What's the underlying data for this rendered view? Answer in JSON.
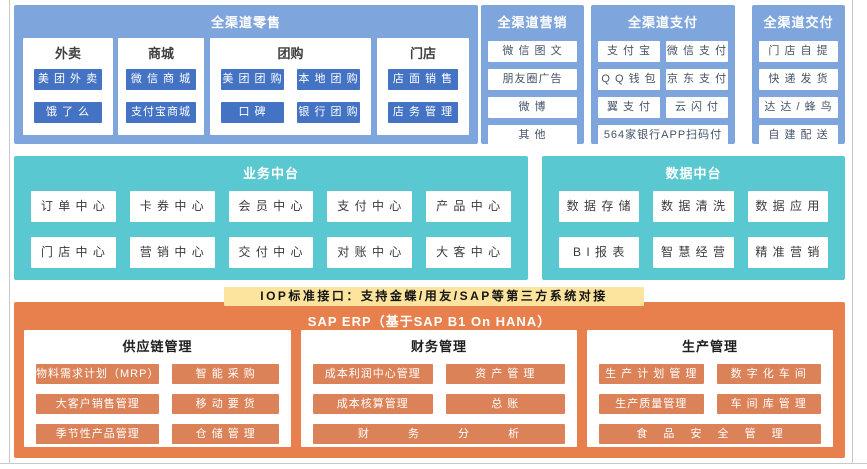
{
  "colors": {
    "channel_panel_bg": "#7FA6DC",
    "channel_chip_bg": "#4573C4",
    "white_chip_text": "#44546A",
    "platform_panel_bg": "#5AC8D0",
    "erp_panel_bg": "#E8804E",
    "erp_chip_bg": "#DC8259",
    "iop_bar_bg": "#FCE49E"
  },
  "channels": [
    {
      "title": "全渠道零售",
      "columns": [
        {
          "title": "外卖",
          "chips": [
            "美 团 外 卖",
            "饿 了 么"
          ]
        },
        {
          "title": "商城",
          "chips": [
            "微 信 商 城",
            "支付宝商城"
          ]
        },
        {
          "title": "团购",
          "chips": [
            "美 团 团 购",
            "本 地 团 购",
            "口 碑",
            "银 行 团 购"
          ]
        },
        {
          "title": "门店",
          "chips": [
            "店 面 销 售",
            "店 务 管 理"
          ]
        }
      ]
    },
    {
      "title": "全渠道营销",
      "chips": [
        "微 信 图 文",
        "朋友圈广告",
        "微 博",
        "其 他"
      ]
    },
    {
      "title": "全渠道支付",
      "chips": [
        "支 付 宝",
        "微 信 支 付",
        "Q Q 钱 包",
        "京 东 支 付",
        "翼 支 付",
        "云 闪 付",
        "564家银行APP扫码付"
      ]
    },
    {
      "title": "全渠道交付",
      "chips": [
        "门 店 自 提",
        "快 递 发 货",
        "达 达 / 蜂 鸟",
        "自 建 配 送"
      ]
    }
  ],
  "platforms": [
    {
      "title": "业务中台",
      "chips": [
        "订 单 中 心",
        "卡 券 中 心",
        "会 员 中 心",
        "支 付 中 心",
        "产 品 中 心",
        "门 店 中 心",
        "营 销 中 心",
        "交 付 中 心",
        "对 账 中 心",
        "大 客 中 心"
      ]
    },
    {
      "title": "数据中台",
      "chips": [
        "数 据 存 储",
        "数 据 清 洗",
        "数 据 应 用",
        "B I 报 表",
        "智 慧 经 营",
        "精 准 营 销"
      ]
    }
  ],
  "iop": {
    "label": "IOP标准接口：支持金蝶/用友/SAP等第三方系统对接"
  },
  "erp": {
    "title": "SAP ERP（基于SAP B1 On HANA）",
    "groups": [
      {
        "title": "供应链管理",
        "chips": [
          "物料需求计划（MRP）",
          "智 能 采 购",
          "大客户销售管理",
          "移 动 要 货",
          "季节性产品管理",
          "仓 储 管 理"
        ]
      },
      {
        "title": "财务管理",
        "chips": [
          "成本利润中心管理",
          "资 产 管 理",
          "成本核算管理",
          "总 账"
        ],
        "full_chip": "财 务 分 析"
      },
      {
        "title": "生产管理",
        "chips": [
          "生 产 计 划 管 理",
          "数 字 化 车 间",
          "生产质量管理",
          "车 间 库 管 理"
        ],
        "full_chip": "食 品 安 全 管 理"
      }
    ]
  }
}
